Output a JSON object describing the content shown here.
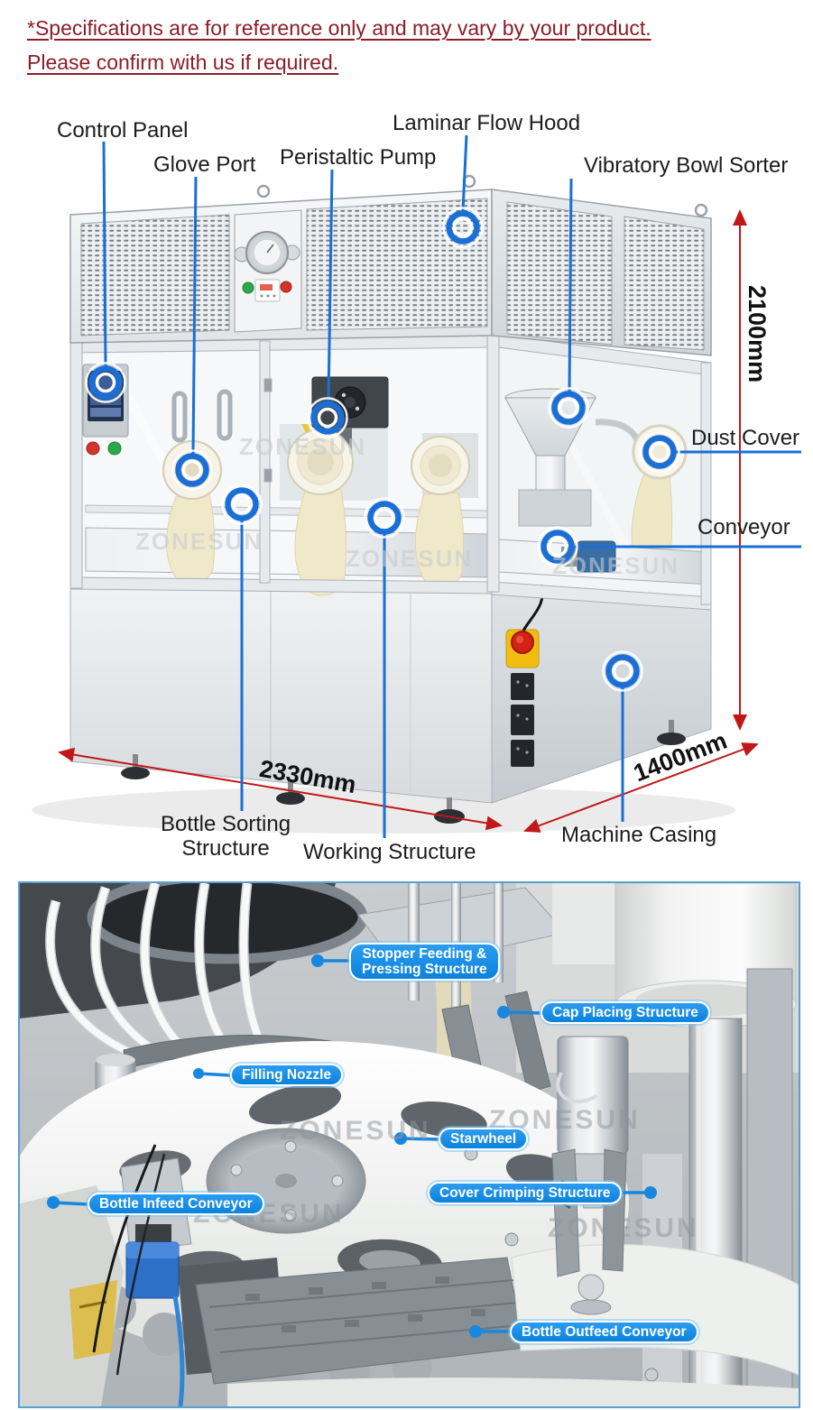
{
  "disclaimer": {
    "line1": "*Specifications are for reference only and may vary by your product.",
    "line2": "Please confirm with us if required."
  },
  "brand_watermark": "ZONESUN",
  "diagram": {
    "labels": {
      "control_panel": "Control Panel",
      "glove_port": "Glove Port",
      "peristaltic_pump": "Peristaltic Pump",
      "laminar_flow_hood": "Laminar Flow Hood",
      "vibratory_bowl_sorter": "Vibratory Bowl Sorter",
      "dust_cover": "Dust Cover",
      "conveyor": "Conveyor",
      "bottle_sorting_line1": "Bottle Sorting",
      "bottle_sorting_line2": "Structure",
      "working_structure": "Working Structure",
      "machine_casing": "Machine Casing"
    },
    "dimensions": {
      "height": "2100mm",
      "width": "2330mm",
      "depth": "1400mm"
    },
    "colors": {
      "leader_blue": "#1a6fd6",
      "dimension_red": "#c01818",
      "label_text": "#1c1c1c",
      "disclaimer_red": "#8b1d27"
    }
  },
  "photo": {
    "tags": {
      "stopper_line1": "Stopper Feeding &",
      "stopper_line2": "Pressing Structure",
      "cap_placing": "Cap Placing Structure",
      "filling_nozzle": "Filling Nozzle",
      "starwheel": "Starwheel",
      "cover_crimping": "Cover Crimping Structure",
      "bottle_infeed": "Bottle Infeed Conveyor",
      "bottle_outfeed": "Bottle Outfeed Conveyor"
    },
    "colors": {
      "tag_bg": "#1190e8",
      "tag_text": "#ffffff",
      "tag_border": "#ffffff"
    }
  }
}
